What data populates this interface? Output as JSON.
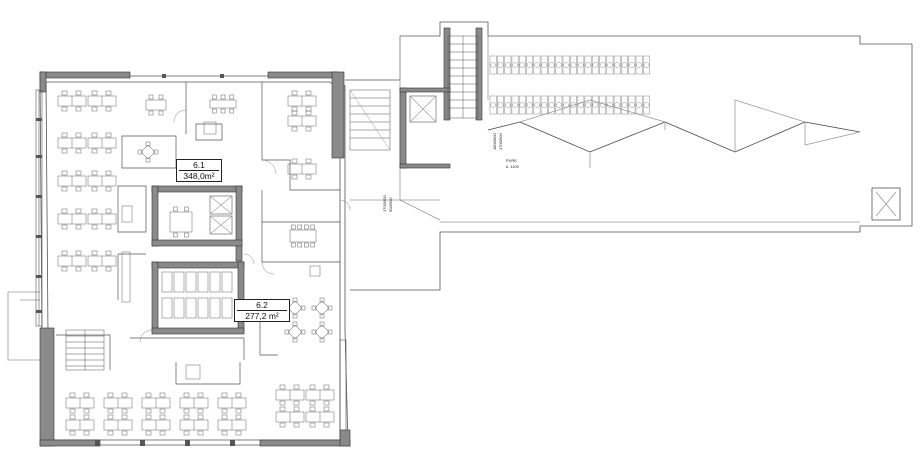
{
  "rooms": [
    {
      "id": "6.1",
      "number": "6.1",
      "area": "348,0m²"
    },
    {
      "id": "6.2",
      "number": "6.2",
      "area": "277,2 m²"
    }
  ],
  "annotations": {
    "pvre_label": "PVRE",
    "pvre_level": "k. 1100",
    "dim_a": "1800/900",
    "dim_b": "1700/900",
    "dim_c": "1700/900",
    "dim_d": "900/900"
  },
  "colors": {
    "line": "#555555",
    "wall": "#333333",
    "wall_fill": "#8a8a8a",
    "light": "#9a9a9a"
  }
}
